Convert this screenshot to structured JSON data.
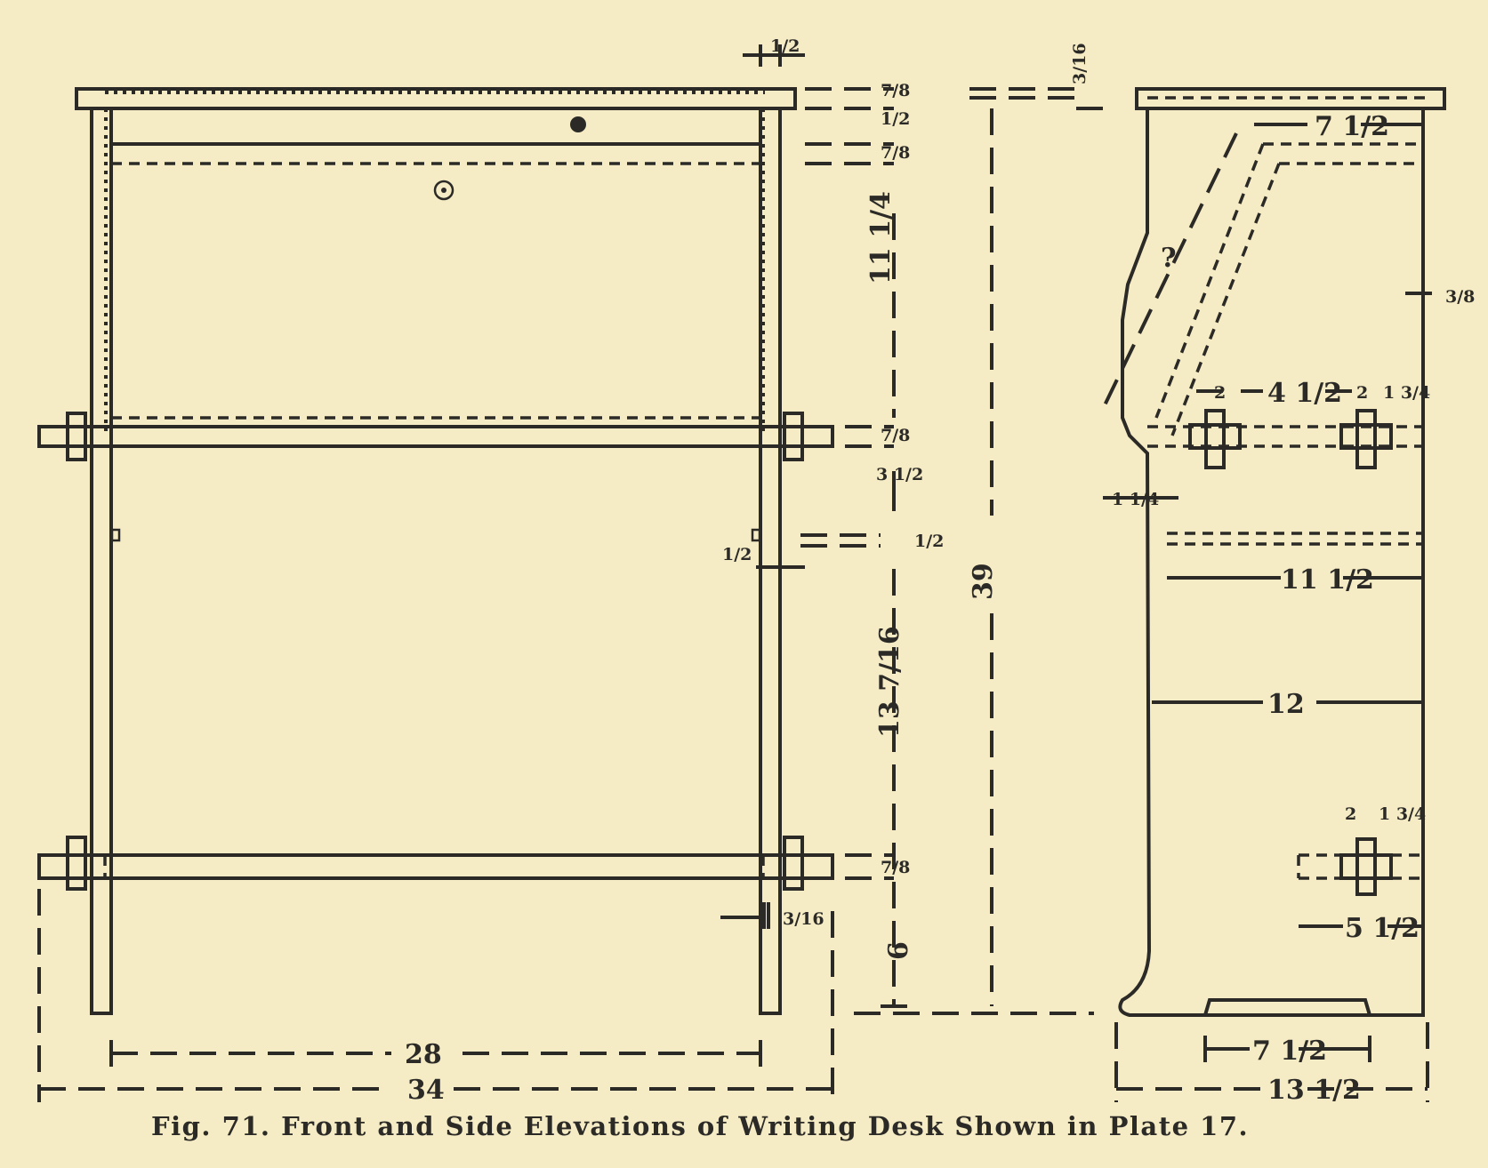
{
  "caption": "Fig. 71. Front and Side Elevations of Writing Desk Shown in Plate 17.",
  "front": {
    "top_overhang": "1/2",
    "top_thick": "7/8",
    "rail_space": "1/2",
    "rail_thick": "7/8",
    "upper_height": "11 1/4",
    "shelf_thick": "7/8",
    "gap": "3 1/2",
    "small_gap": "1/2",
    "leg_set": "1/2",
    "mid_height": "13 7/16",
    "bottom_thick": "7/8",
    "leg_offset": "3/16",
    "foot_height": "6",
    "inner_width": "28",
    "overall_width": "34",
    "total_height": "39",
    "lid_thick": "3/16"
  },
  "side": {
    "top_width": "7 1/2",
    "back_thick": "3/8",
    "tenon_a": "2",
    "tenon_gap": "4 1/2",
    "tenon_b": "2",
    "tenon_end": "1 3/4",
    "slope": "?",
    "base_width": "1 1/4",
    "shelf_depth": "11 1/2",
    "depth": "12",
    "low_tenon": "2",
    "low_end": "1 3/4",
    "low_width": "5 1/2",
    "cutout": "7 1/2",
    "overall_depth": "13 1/2"
  }
}
